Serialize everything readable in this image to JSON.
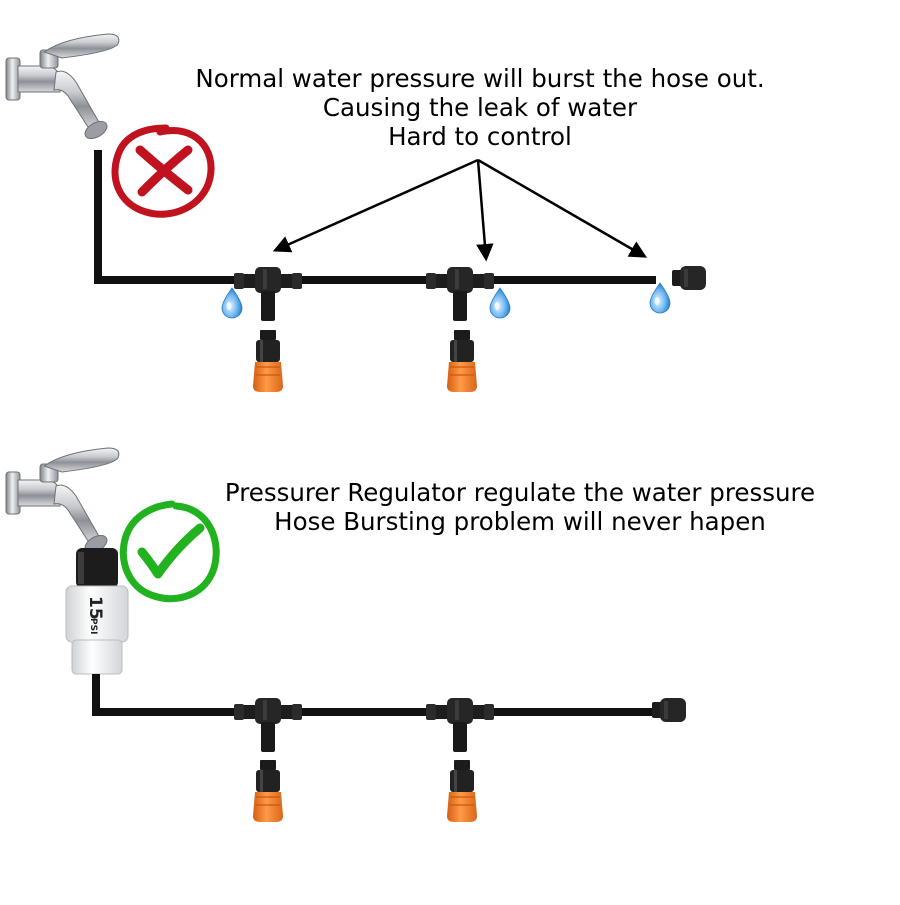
{
  "top_panel": {
    "caption_lines": [
      "Normal water pressure will burst the hose out.",
      "Causing the leak of water",
      "Hard to control"
    ],
    "status_icon": "red-x-circle-icon",
    "status_color": "#c1121f"
  },
  "bottom_panel": {
    "caption_lines": [
      "Pressurer Regulator regulate the water pressure",
      "Hose Bursting problem will never hapen"
    ],
    "status_icon": "green-check-circle-icon",
    "status_color": "#22b21f",
    "regulator_label": {
      "value": "15",
      "unit": "PSI"
    }
  },
  "colors": {
    "hose": "#111111",
    "sprinkler_orange": "#f07a24",
    "water_drop": "#4aa3e6",
    "faucet": "#b8bcc2"
  }
}
